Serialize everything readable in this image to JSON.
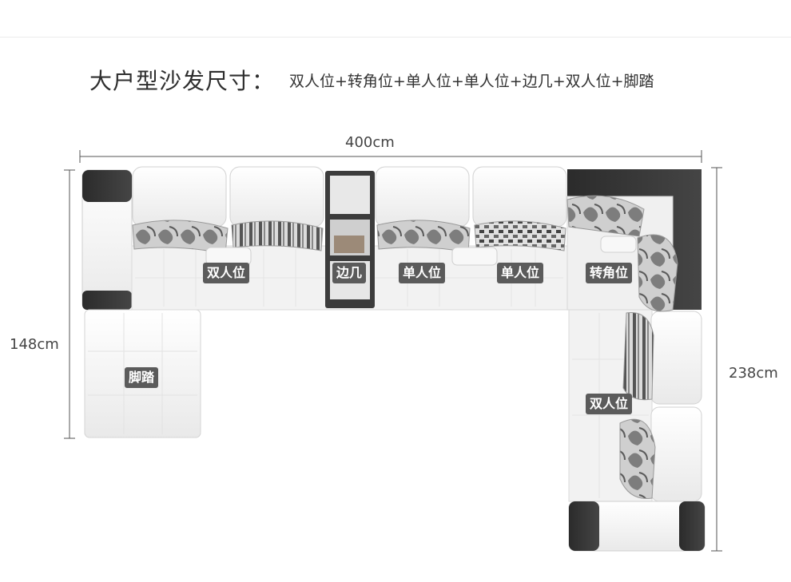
{
  "title": {
    "main": "大户型沙发尺寸：",
    "composition": "双人位+转角位+单人位+单人位+边几+双人位+脚踏"
  },
  "dimensions": {
    "width": "400cm",
    "left_depth": "148cm",
    "right_depth": "238cm"
  },
  "labels": {
    "double_left": "双人位",
    "side_table": "边几",
    "single_1": "单人位",
    "single_2": "单人位",
    "corner": "转角位",
    "double_right": "双人位",
    "footstool": "脚踏"
  },
  "colors": {
    "cushion": "#f4f4f4",
    "armrest": "#3a3a3a",
    "tag": "#5b5b5b",
    "dim_line": "#555555"
  }
}
